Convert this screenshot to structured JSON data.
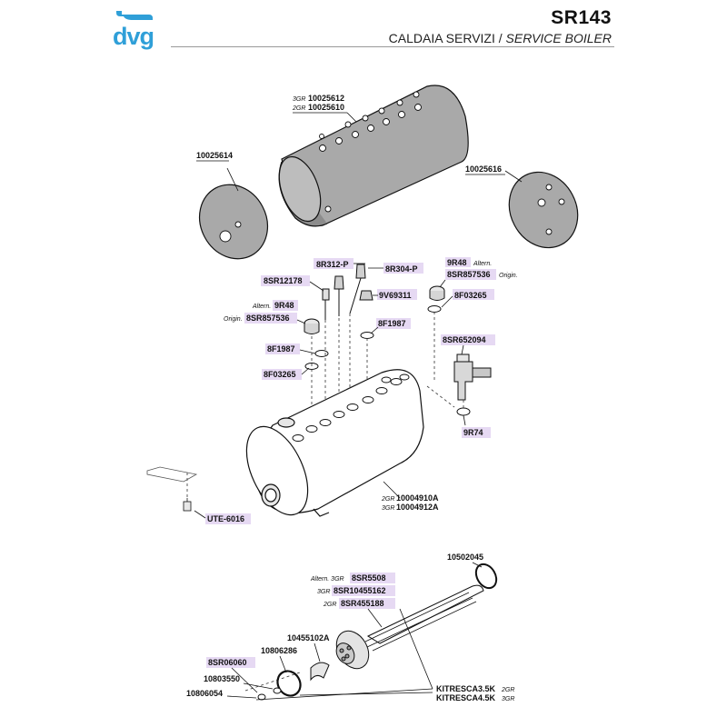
{
  "header": {
    "brand": "dvg",
    "model": "SR143",
    "title_it": "CALDAIA SERVIZI /",
    "title_en": "SERVICE BOILER"
  },
  "colors": {
    "brand_blue": "#2f9fd8",
    "highlight": "#e6d9f3",
    "part_gray": "#a9a9a9"
  },
  "parts": {
    "shell_3gr_prefix": "3GR",
    "shell_3gr": "10025612",
    "shell_2gr_prefix": "2GR",
    "shell_2gr": "10025610",
    "end_left": "10025614",
    "end_right": "10025616",
    "p_8r312p": "8R312-P",
    "p_8r304p": "8R304-P",
    "p_9r48_r": "9R48",
    "p_altern_r": "Altern.",
    "p_8sr857536_r": "8SR857536",
    "p_origin_r": "Origin.",
    "p_8sr12178": "8SR12178",
    "p_9v69311": "9V69311",
    "p_8f03265_r": "8F03265",
    "p_altern_l": "Altern.",
    "p_9r48_l": "9R48",
    "p_origin_l": "Origin.",
    "p_8sr857536_l": "8SR857536",
    "p_8f1987_r": "8F1987",
    "p_8sr652094": "8SR652094",
    "p_8f1987_l": "8F1987",
    "p_8f03265_l": "8F03265",
    "p_9r74": "9R74",
    "boiler_2gr_prefix": "2GR",
    "boiler_2gr": "10004910A",
    "boiler_3gr_prefix": "3GR",
    "boiler_3gr": "10004912A",
    "p_ute6016": "UTE-6016",
    "p_10502045": "10502045",
    "el_altern_prefix": "Altern. 3GR",
    "el_8sr5508": "8SR5508",
    "el_3gr_prefix": "3GR",
    "el_8sr10455162": "8SR10455162",
    "el_2gr_prefix": "2GR",
    "el_8sr455188": "8SR455188",
    "p_10455102a": "10455102A",
    "p_8sr06060": "8SR06060",
    "p_10806286": "10806286",
    "p_10803550": "10803550",
    "p_10806054": "10806054",
    "kit35": "KITRESCA3.5K",
    "kit35_suffix": "2GR",
    "kit45": "KITRESCA4.5K",
    "kit45_suffix": "3GR"
  }
}
